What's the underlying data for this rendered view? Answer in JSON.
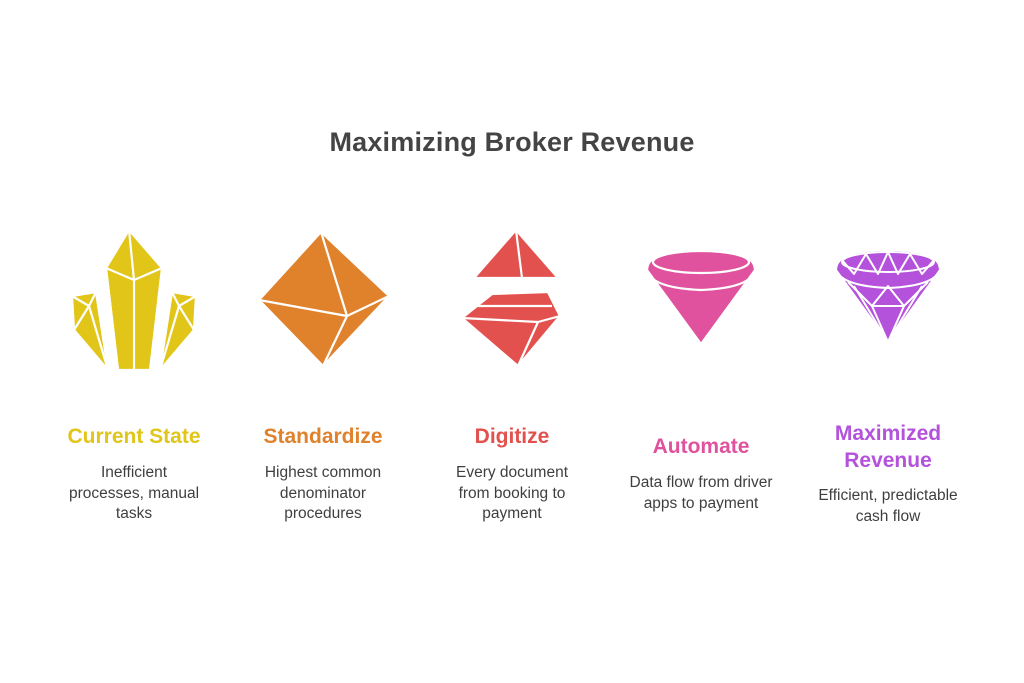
{
  "title": "Maximizing Broker Revenue",
  "stages": [
    {
      "label": "Current State",
      "description": [
        "Inefficient",
        "processes, manual",
        "tasks"
      ],
      "color": "#E2C519",
      "icon": "crystal-cluster-icon"
    },
    {
      "label": "Standardize",
      "description": [
        "Highest common",
        "denominator",
        "procedures"
      ],
      "color": "#E0812C",
      "icon": "octahedron-gem-icon"
    },
    {
      "label": "Digitize",
      "description": [
        "Every document",
        "from booking to",
        "payment"
      ],
      "color": "#E2514E",
      "icon": "split-gem-icon"
    },
    {
      "label": "Automate",
      "description": [
        "Data flow from driver",
        "apps to payment"
      ],
      "color": "#E0519E",
      "icon": "cut-gem-icon"
    },
    {
      "label_lines": [
        "Maximized",
        "Revenue"
      ],
      "description": [
        "Efficient, predictable",
        "cash flow"
      ],
      "color": "#B452DB",
      "icon": "brilliant-diamond-icon"
    }
  ]
}
